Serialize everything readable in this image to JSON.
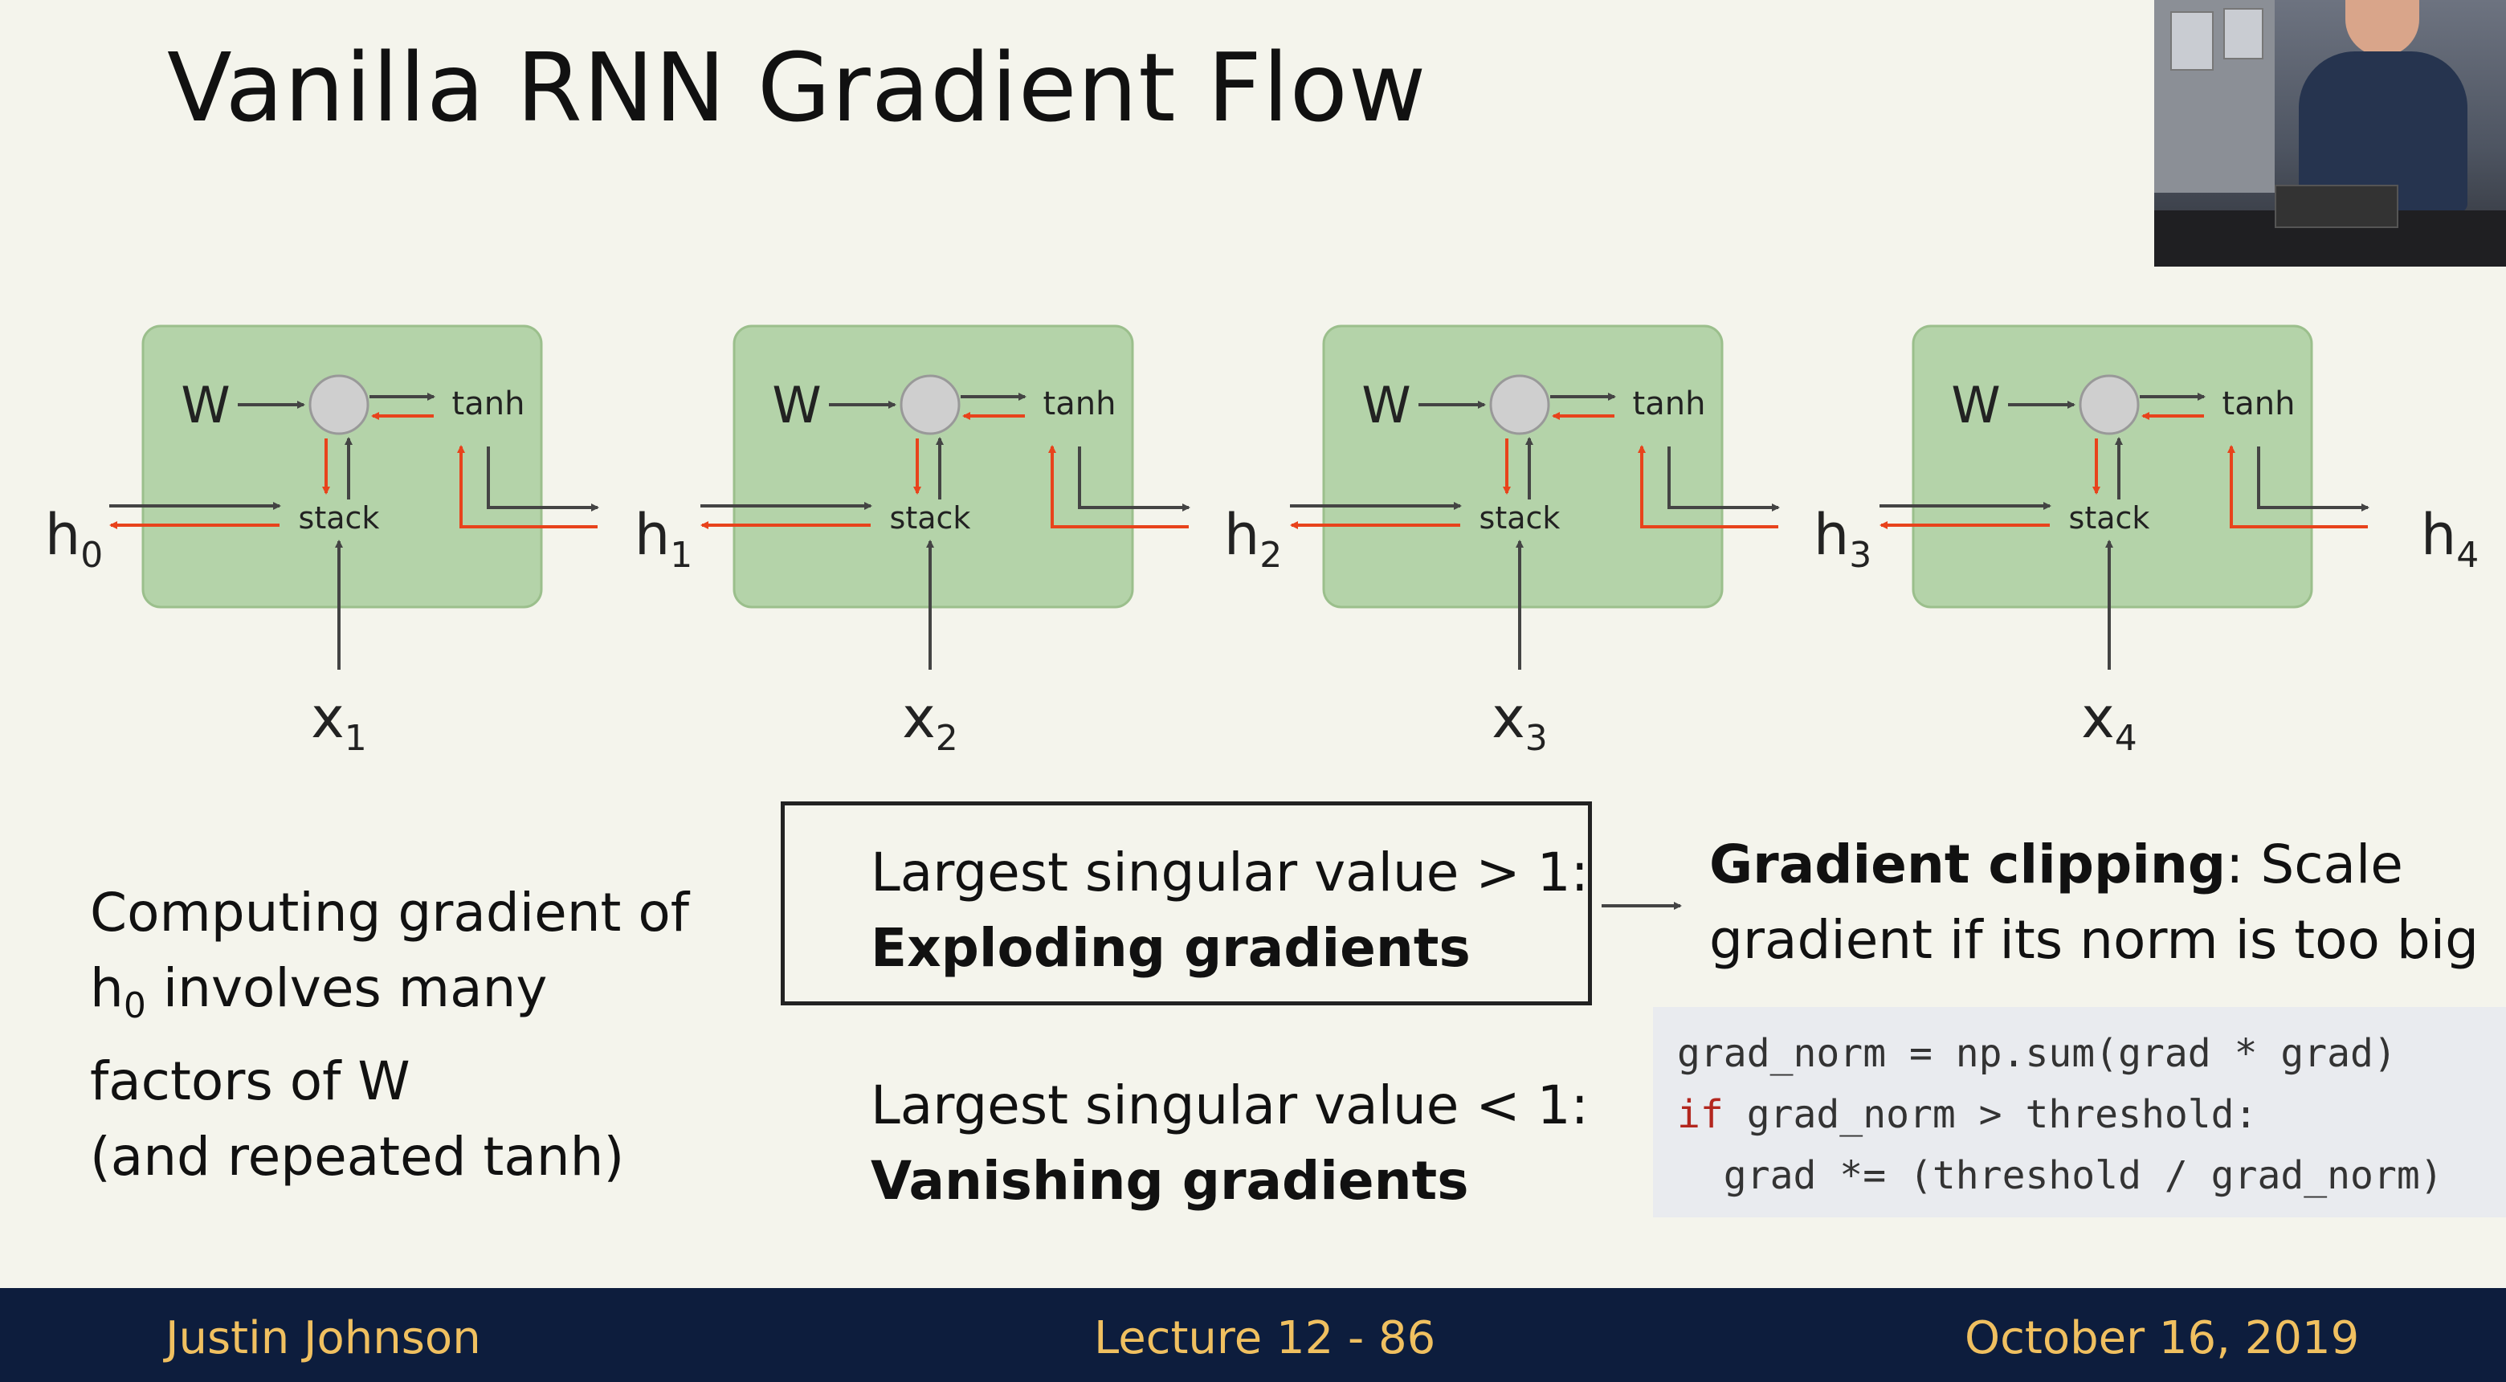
{
  "slide": {
    "title": "Vanilla RNN Gradient Flow",
    "cell": {
      "weight_label": "W",
      "combine_label": "stack",
      "activation_label": "tanh"
    },
    "hidden_states": [
      {
        "base": "h",
        "sub": "0"
      },
      {
        "base": "h",
        "sub": "1"
      },
      {
        "base": "h",
        "sub": "2"
      },
      {
        "base": "h",
        "sub": "3"
      },
      {
        "base": "h",
        "sub": "4"
      }
    ],
    "inputs": [
      {
        "base": "x",
        "sub": "1"
      },
      {
        "base": "x",
        "sub": "2"
      },
      {
        "base": "x",
        "sub": "3"
      },
      {
        "base": "x",
        "sub": "4"
      }
    ],
    "left_text": {
      "line1": "Computing gradient of",
      "h_base": "h",
      "h_sub": "0",
      "line2_rest": " involves many",
      "line3": "factors of W",
      "line4": "(and repeated tanh)"
    },
    "exploding": {
      "line1": "Largest singular value > 1:",
      "line2": "Exploding gradients"
    },
    "vanishing": {
      "line1": "Largest singular value < 1:",
      "line2": "Vanishing gradients"
    },
    "clipping": {
      "bold": "Gradient clipping",
      "rest": ": Scale",
      "line2": "gradient if its norm is too big"
    },
    "code": {
      "line1": "grad_norm = np.sum(grad * grad)",
      "line2_kw": "if",
      "line2_rest": " grad_norm > threshold:",
      "line3": "  grad *= (threshold / grad_norm)"
    },
    "colors": {
      "cell_fill": "#b4d3a9",
      "forward_arrow": "#444444",
      "backward_arrow": "#e8431c",
      "footer_bg": "#0d1d3d",
      "footer_text": "#f0c060"
    }
  },
  "footer": {
    "author": "Justin Johnson",
    "lecture": "Lecture 12 - 86",
    "date": "October 16, 2019"
  }
}
